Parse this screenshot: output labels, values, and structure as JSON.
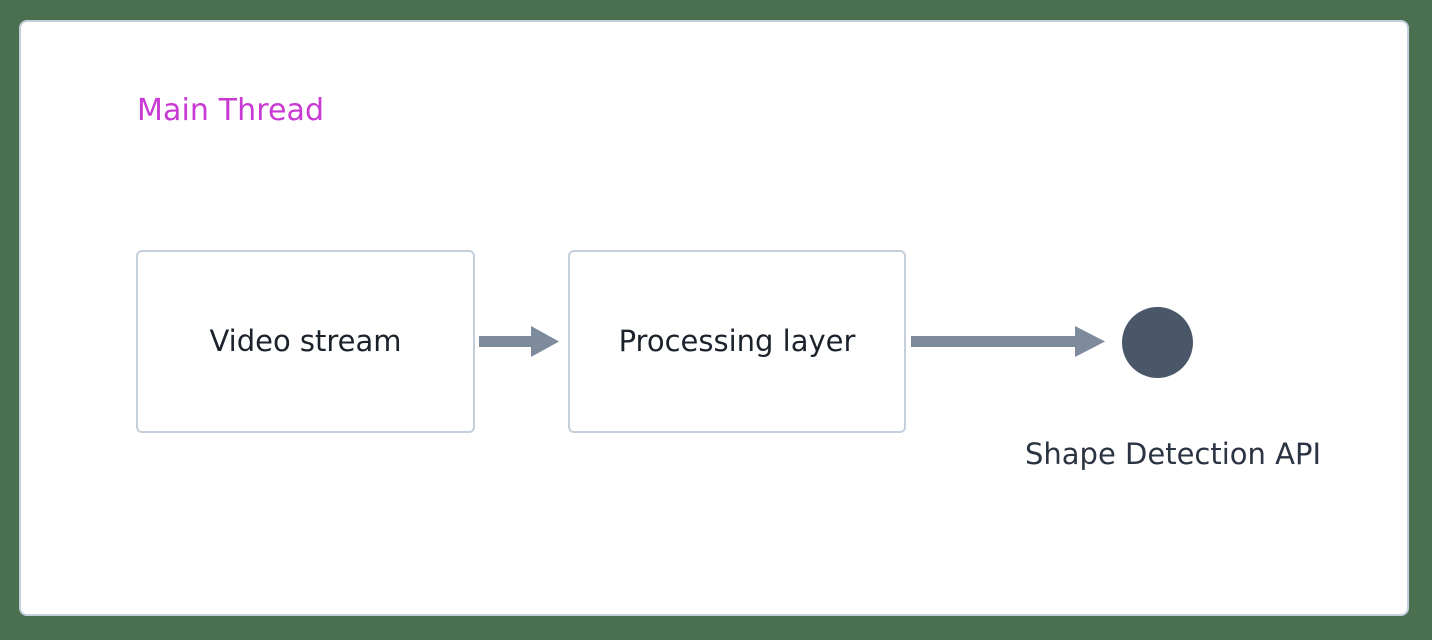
{
  "diagram": {
    "title": "Main Thread",
    "title_color": "#c93ad4",
    "canvas_background": "#4a7050",
    "panel_background": "#ffffff",
    "panel_border_color": "#c3cfdb",
    "nodes": [
      {
        "id": "video-stream",
        "label": "Video stream",
        "shape": "rounded-rect",
        "fill": "#ffffff",
        "border_color": "#c3cfdb",
        "text_color": "#1b222c"
      },
      {
        "id": "processing-layer",
        "label": "Processing layer",
        "shape": "rounded-rect",
        "fill": "#ffffff",
        "border_color": "#c3cfdb",
        "text_color": "#1b222c"
      },
      {
        "id": "shape-detection-api",
        "label": "Shape Detection API",
        "shape": "circle",
        "fill": "#4a5768",
        "text_color": "#2b3442"
      }
    ],
    "edges": [
      {
        "id": "edge-video-to-processing",
        "from": "video-stream",
        "to": "processing-layer",
        "style": "solid-arrow",
        "color": "#7d8b9c",
        "label": ""
      },
      {
        "id": "edge-processing-to-api",
        "from": "processing-layer",
        "to": "shape-detection-api",
        "style": "solid-arrow",
        "color": "#7d8b9c",
        "label": ""
      }
    ]
  }
}
